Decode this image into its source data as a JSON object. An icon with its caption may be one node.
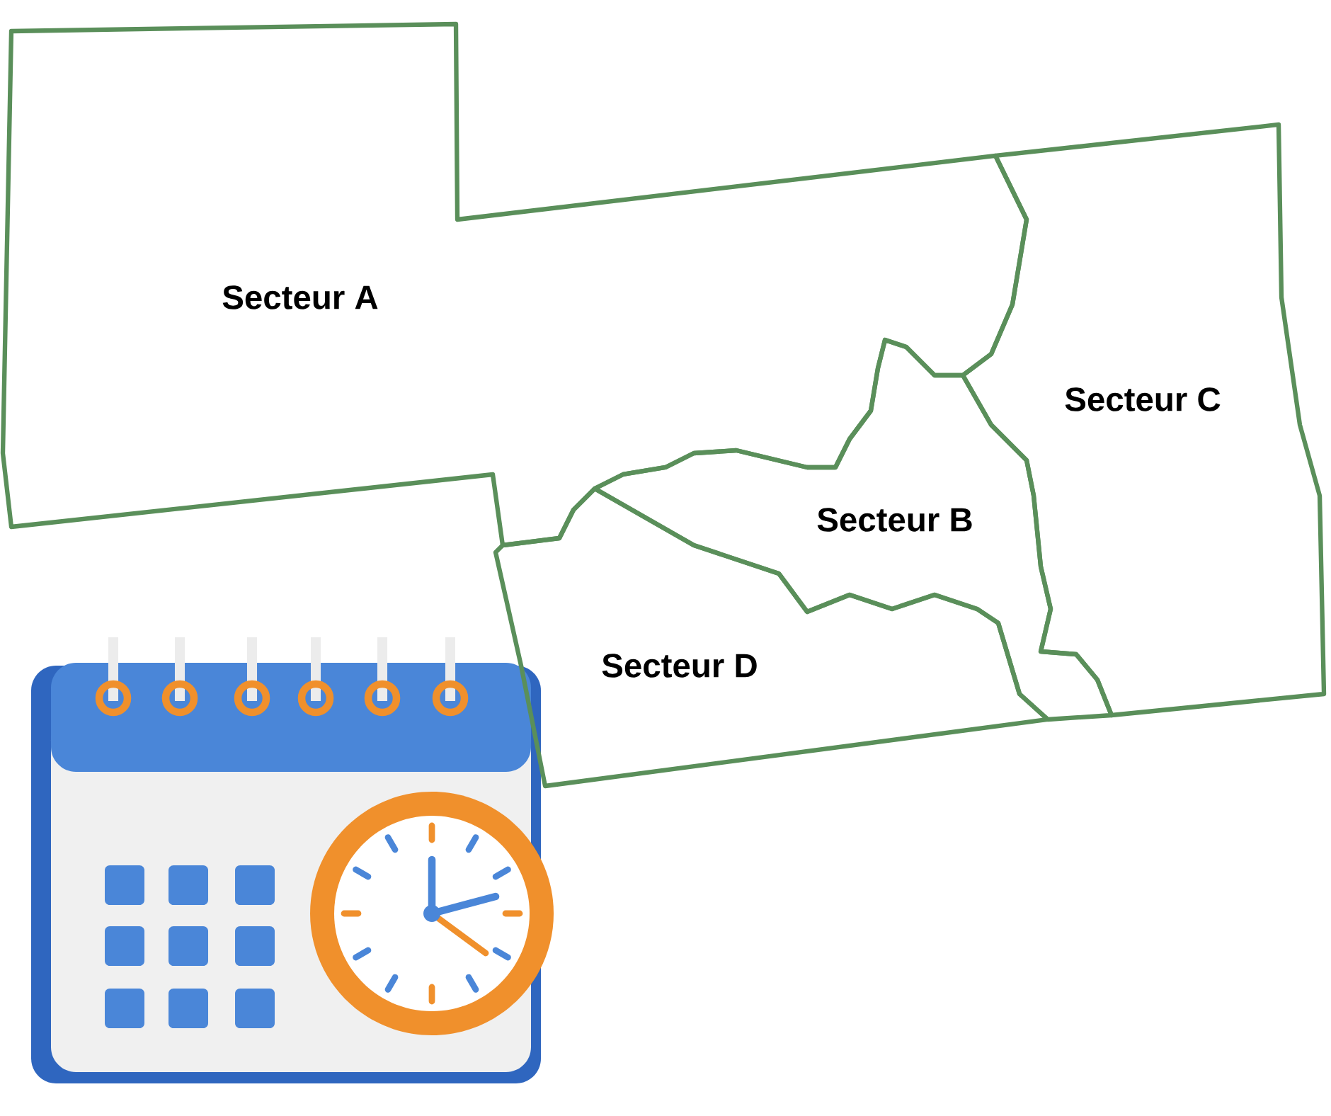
{
  "diagram": {
    "nodes": [
      {
        "text": [
          "Secteur A"
        ]
      },
      {
        "text": [
          "Secteur B"
        ]
      },
      {
        "text": [
          "Secteur C"
        ]
      },
      {
        "text": [
          "Secteur D"
        ]
      }
    ]
  }
}
